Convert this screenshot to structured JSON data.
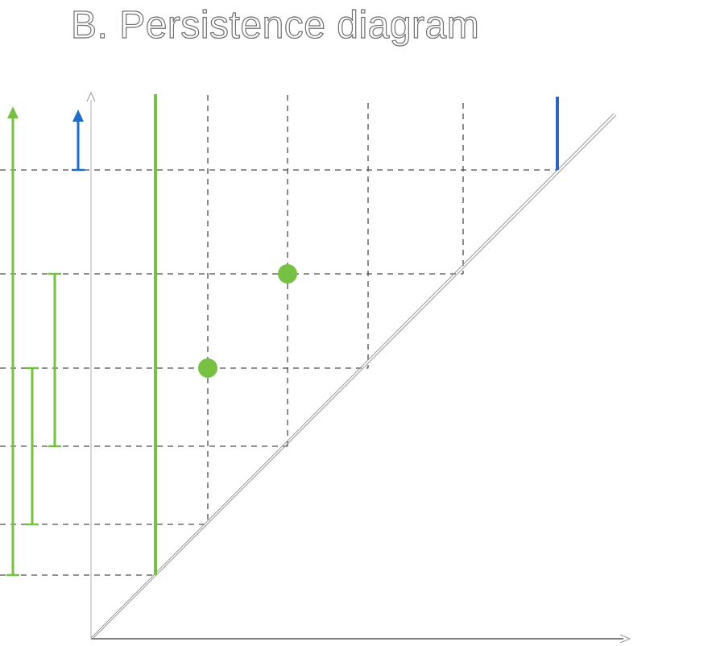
{
  "title": "B. Persistence diagram",
  "colors": {
    "green": "#76c043",
    "blue": "#2f63c0",
    "blue_arrow": "#1f6ec6",
    "grid": "#4d4d4d",
    "axis": "#888888",
    "diagonal": "#9a9a9a"
  },
  "levels": [
    1,
    2,
    3,
    4,
    5,
    6
  ],
  "points": [
    {
      "birth": 2,
      "death": 4,
      "color": "green"
    },
    {
      "birth": 3,
      "death": 5,
      "color": "green"
    }
  ],
  "infinite_classes": [
    {
      "birth": 1,
      "color": "green"
    },
    {
      "birth": 6,
      "color": "blue"
    }
  ],
  "barcode": [
    {
      "birth": 1,
      "death": null,
      "color": "green"
    },
    {
      "birth": 2,
      "death": 4,
      "color": "green"
    },
    {
      "birth": 3,
      "death": 5,
      "color": "green"
    },
    {
      "birth": 6,
      "death": null,
      "color": "blue_arrow"
    }
  ]
}
